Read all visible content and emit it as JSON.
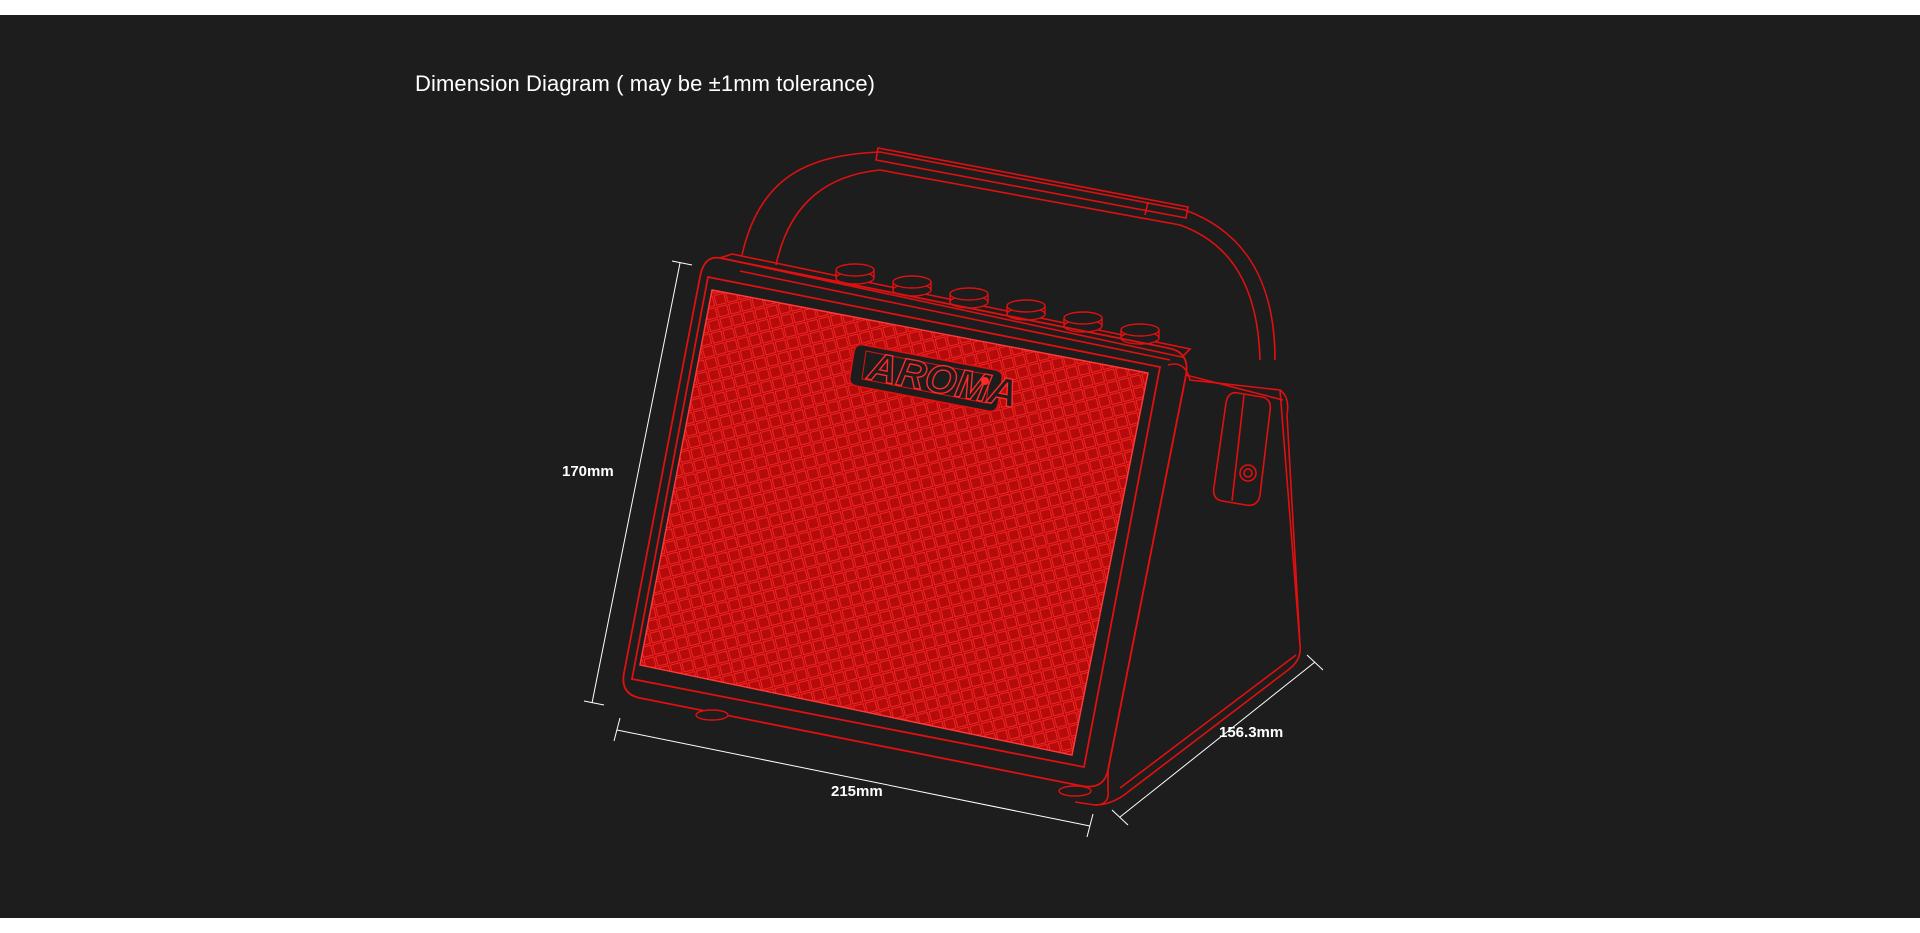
{
  "title": "Dimension Diagram ( may be ±1mm tolerance)",
  "product": {
    "brand": "AROMA",
    "knob_count": 6
  },
  "dimensions": {
    "height": "170mm",
    "width": "215mm",
    "depth": "156.3mm"
  },
  "colors": {
    "background": "#1d1d1d",
    "outline": "#e01010",
    "grille": "#b80c0c",
    "text": "#ffffff",
    "dimension_line": "#ffffff"
  }
}
